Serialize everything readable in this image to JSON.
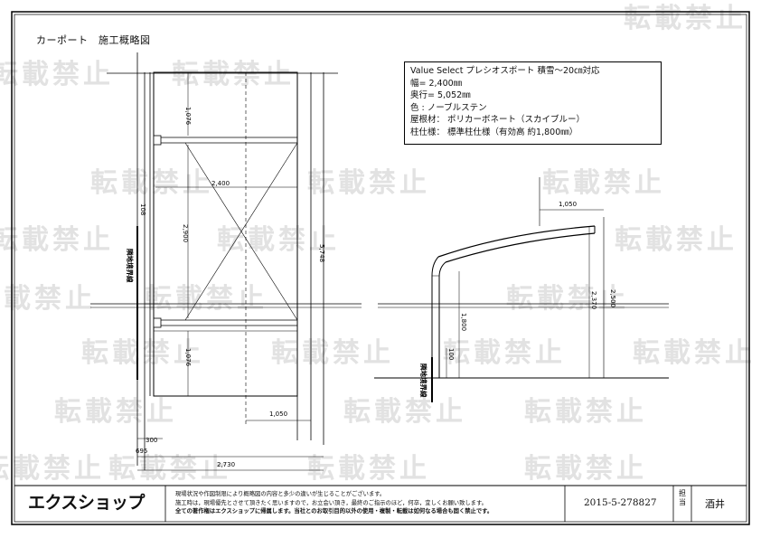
{
  "title": "カーポート　施工概略図",
  "watermark": "転載禁止",
  "spec": {
    "lines": [
      "Value Select プレシオスポート 積雪～20㎝対応",
      "幅= 2,400㎜",
      "奥行= 5,052㎜",
      "色 :  ノーブルステン",
      "屋根材： ポリカーボネート（スカイブルー）",
      "柱仕様： 標準柱仕様（有効高 約1,800㎜）"
    ]
  },
  "plan_dims": {
    "top_depth": "1,076",
    "bottom_depth": "1,076",
    "width": "2,400",
    "span": "2,900",
    "left_small": "108",
    "total_depth": "5,748",
    "offset": "1,050",
    "post_offset": "300",
    "side_offset": "695",
    "total_width": "2,730",
    "boundary_label": "隣地境界線"
  },
  "elev_dims": {
    "overhang": "1,050",
    "total_height": "2,500",
    "height": "2,370",
    "clear_height": "1,800",
    "base": "100",
    "boundary_label": "隣地境界線"
  },
  "footer": {
    "logo": "エクスショップ",
    "notes": [
      "現場状況や作図制限により概略図の内容と多少の違いが生じることがございます。",
      "施工時は，現場優先とさせて頂きたく思いますので，お立会い頂き，最終のご指示のほど，何卒，宜しくお願い致します。",
      "全ての著作権はエクスショップに帰属します。当社とのお取引目的以外の使用・複製・転載は如何なる場合も固く禁止です。"
    ],
    "doc_number": "2015-5-278827",
    "charge_label": "担当",
    "charge_name": "酒井"
  }
}
